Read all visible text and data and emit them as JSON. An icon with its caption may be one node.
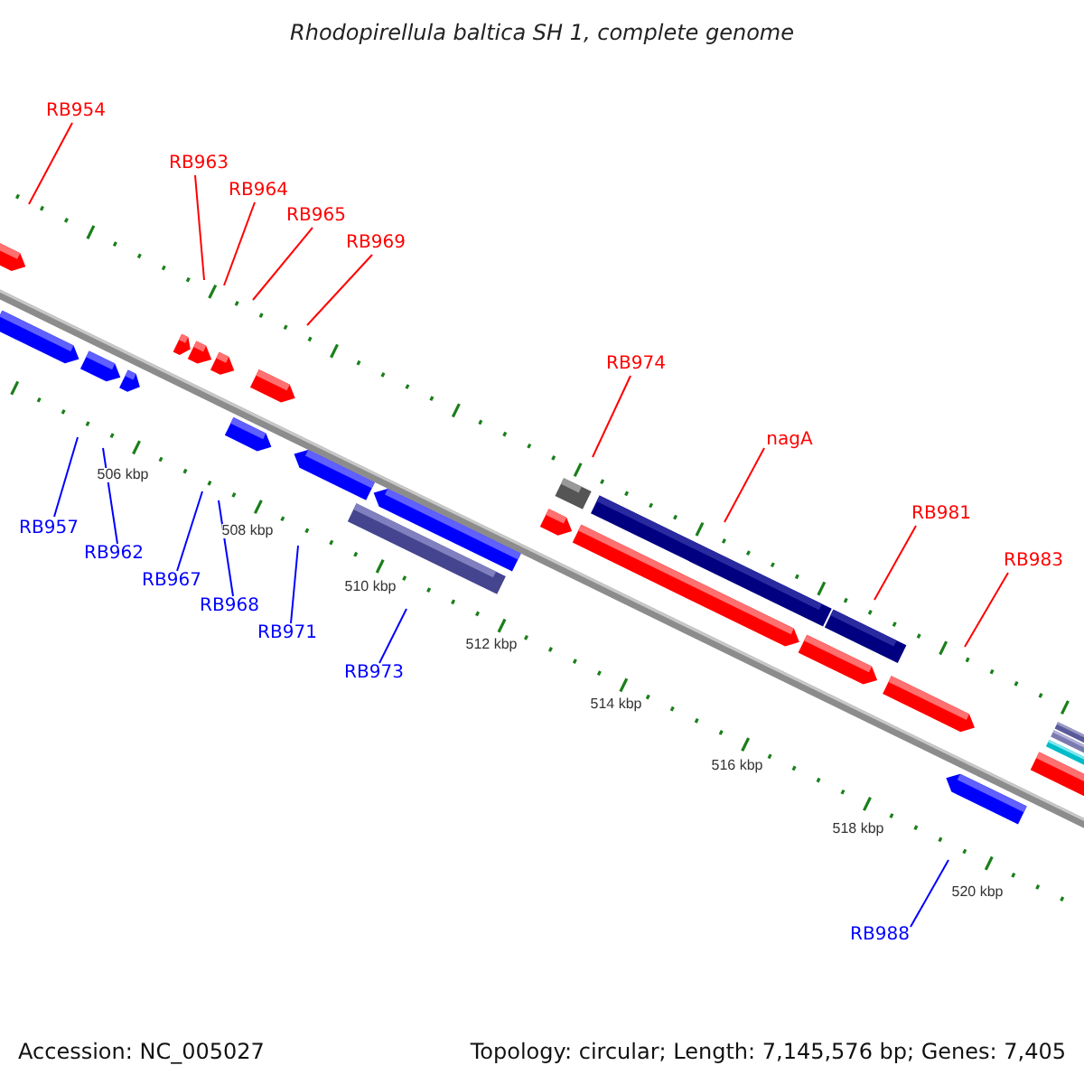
{
  "diagram": {
    "title": "Rhodopirellula baltica SH 1, complete genome",
    "nodes": [
      {
        "text": [
          "RB954"
        ]
      },
      {
        "text": [
          "RB963"
        ]
      },
      {
        "text": [
          "RB964"
        ]
      },
      {
        "text": [
          "RB965"
        ]
      },
      {
        "text": [
          "RB969"
        ]
      },
      {
        "text": [
          "RB974"
        ]
      },
      {
        "text": [
          "nagA"
        ]
      },
      {
        "text": [
          "RB981"
        ]
      },
      {
        "text": [
          "RB983"
        ]
      },
      {
        "text": [
          "RB957"
        ]
      },
      {
        "text": [
          "RB962"
        ]
      },
      {
        "text": [
          "RB967"
        ]
      },
      {
        "text": [
          "RB968"
        ]
      },
      {
        "text": [
          "RB971"
        ]
      },
      {
        "text": [
          "RB973"
        ]
      },
      {
        "text": [
          "RB988"
        ]
      }
    ],
    "edges": [
      {
        "from": 0,
        "to": null,
        "arrow": "none"
      },
      {
        "from": 1,
        "to": null,
        "arrow": "none"
      },
      {
        "from": 2,
        "to": null,
        "arrow": "none"
      },
      {
        "from": 3,
        "to": null,
        "arrow": "none"
      },
      {
        "from": 4,
        "to": null,
        "arrow": "none"
      },
      {
        "from": 5,
        "to": null,
        "arrow": "none"
      },
      {
        "from": 6,
        "to": null,
        "arrow": "none"
      },
      {
        "from": 7,
        "to": null,
        "arrow": "none"
      },
      {
        "from": 8,
        "to": null,
        "arrow": "none"
      },
      {
        "from": 9,
        "to": null,
        "arrow": "none",
        "color": "#0000ff"
      },
      {
        "from": 10,
        "to": null,
        "arrow": "none",
        "color": "#0000ff"
      },
      {
        "from": 11,
        "to": null,
        "arrow": "none",
        "color": "#0000ff"
      },
      {
        "from": 12,
        "to": null,
        "arrow": "none",
        "color": "#0000ff"
      },
      {
        "from": 13,
        "to": null,
        "arrow": "none",
        "color": "#0000ff"
      },
      {
        "from": 14,
        "to": null,
        "arrow": "none",
        "color": "#0000ff"
      },
      {
        "from": 15,
        "to": null,
        "arrow": "none",
        "color": "#0000ff"
      }
    ],
    "labels": [
      "506 kbp",
      "508 kbp",
      "510 kbp",
      "512 kbp",
      "514 kbp",
      "516 kbp",
      "518 kbp",
      "520 kbp",
      "Accession: NC_005027",
      "Topology: circular; Length: 7,145,576 bp; Genes: 7,405"
    ]
  }
}
